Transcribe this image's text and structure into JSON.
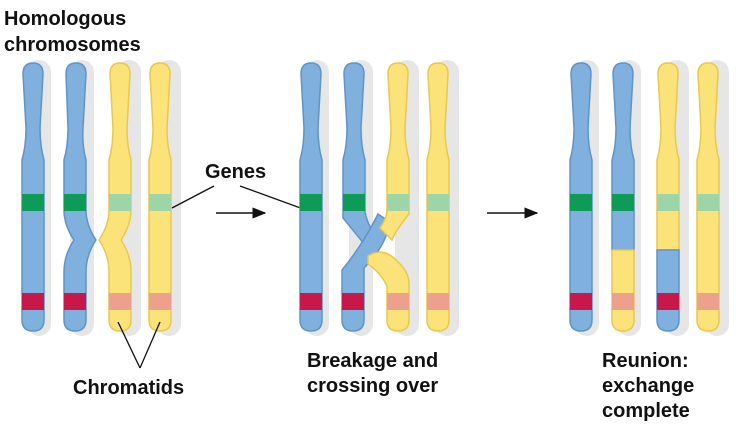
{
  "labels": {
    "homologous_line1": "Homologous",
    "homologous_line2": "chromosomes",
    "genes": "Genes",
    "chromatids": "Chromatids",
    "breakage_line1": "Breakage and",
    "breakage_line2": "crossing over",
    "reunion_line1": "Reunion:",
    "reunion_line2": "exchange",
    "reunion_line3": "complete"
  },
  "colors": {
    "blue_chromatid": "#7fb0de",
    "blue_outline": "#5f94c8",
    "yellow_chromatid": "#fbe379",
    "yellow_outline": "#e8c94c",
    "gene_dark_green": "#0e9a57",
    "gene_light_green": "#9ed5a8",
    "gene_red": "#c8184b",
    "gene_pink": "#eda08d",
    "shadow": "#e6e6e6",
    "text": "#111111"
  }
}
